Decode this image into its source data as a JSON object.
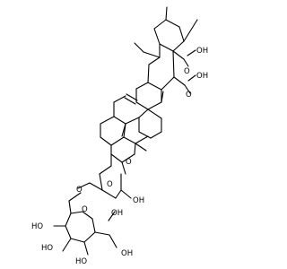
{
  "structure": {
    "labels": {
      "oh_top_right": "OH",
      "o_top_right": "O",
      "oh_mid_right": "OH",
      "o_mid_right": "O",
      "o_glycosidic": "O",
      "o_ring_upper": "O",
      "oh_ring_upper_right": "OH",
      "o_linker": "O",
      "oh_ring_upper_bottom": "OH",
      "o_ring_lower": "O",
      "ho_lower_1": "HO",
      "ho_lower_2": "HO",
      "ho_lower_3": "HO",
      "oh_lower_right": "OH"
    },
    "colors": {
      "bond": "#000000",
      "label": "#000000",
      "background": "#ffffff"
    }
  }
}
